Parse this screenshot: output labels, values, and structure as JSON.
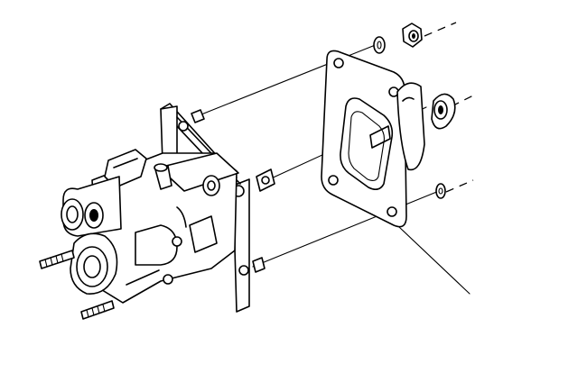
{
  "figure": {
    "background": "#ffffff",
    "line_color": "#000000",
    "style": "black line-art exploded assembly drawing, no printed text",
    "parts": [
      "gasket-with-holes",
      "mounting-bracket",
      "flat-washer",
      "hex-nut",
      "pushrod-boot",
      "pushrod",
      "master-cylinder-body",
      "mounting-stud"
    ]
  }
}
